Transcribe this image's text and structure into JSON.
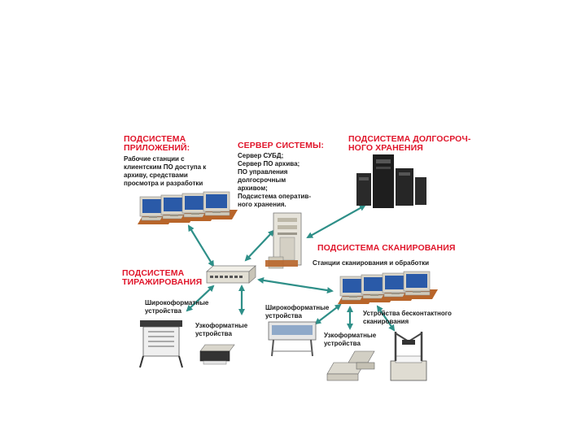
{
  "colors": {
    "title_red": "#e0162b",
    "arrow_teal": "#2e8f88",
    "monitor_bezel": "#d8d4c8",
    "monitor_screen": "#2a5aa8",
    "desk_orange": "#b8652a",
    "server_black": "#222222"
  },
  "apps": {
    "title": "ПОДСИСТЕМА\nПРИЛОЖЕНИЙ:",
    "body": "Рабочие станции с\nклиентским ПО доступа к\nархиву, средствами\nпросмотра и разработки"
  },
  "server": {
    "title": "СЕРВЕР СИСТЕМЫ:",
    "body": "Сервер СУБД;\nСервер ПО архива;\nПО управления\nдолгосрочным\nархивом;\nПодсистема оператив-\nного хранения."
  },
  "longterm": {
    "title": "ПОДСИСТЕМА ДОЛГОСРОЧ-\nНОГО ХРАНЕНИЯ"
  },
  "scanning": {
    "title": "ПОДСИСТЕМА СКАНИРОВАНИЯ",
    "stations": "Станции сканирования и обработки",
    "wide": "Широкоформатные\nустройства",
    "narrow": "Узкоформатные\nустройства",
    "contactless": "Устройства бесконтактного\nсканирования"
  },
  "replication": {
    "title": "ПОДСИСТЕМА\nТИРАЖИРОВАНИЯ",
    "wide": "Широкоформатные\nустройства",
    "narrow": "Узкоформатные\nустройства"
  },
  "icons": [
    "workstation-icon",
    "server-tower-icon",
    "storage-rack-icon",
    "network-switch-icon",
    "plotter-icon",
    "inkjet-printer-icon",
    "wide-scanner-icon",
    "document-scanner-icon",
    "book-scanner-icon"
  ]
}
